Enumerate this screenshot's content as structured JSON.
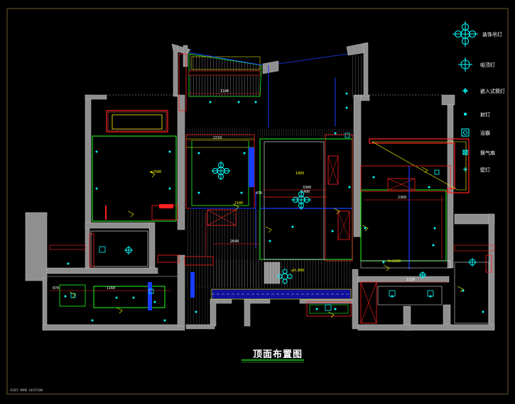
{
  "drawing": {
    "title": "顶面布置图",
    "footnote": "CHIEF MARK LOCATION"
  },
  "legend": [
    {
      "label": "装饰吊灯",
      "icon": "pendant-lamp-icon"
    },
    {
      "label": "吸顶灯",
      "icon": "ceiling-lamp-icon"
    },
    {
      "label": "嵌入式筒灯",
      "icon": "recessed-downlight-icon"
    },
    {
      "label": "射灯",
      "icon": "spotlight-icon"
    },
    {
      "label": "浴霸",
      "icon": "bath-heater-icon"
    },
    {
      "label": "换气扇",
      "icon": "exhaust-fan-icon"
    },
    {
      "label": "壁灯",
      "icon": "wall-lamp-icon"
    }
  ],
  "dimensions": {
    "d1": "1140",
    "d2": "2210",
    "d3": "3300",
    "d4": "1409",
    "d5": "1400",
    "d6": "2360",
    "d7": "1520",
    "d8": "870",
    "d9": "1160",
    "d10": "2640",
    "d11": "±0.000",
    "d12": "2100",
    "d13": "H=2600",
    "d14": "470"
  },
  "colors": {
    "wall": "#9a9a9a",
    "red": "#ff2020",
    "green": "#20ff20",
    "blue": "#1a3cff",
    "cyan": "#00ffff",
    "yellow": "#ffff00",
    "frame": "#6a5a2a"
  }
}
